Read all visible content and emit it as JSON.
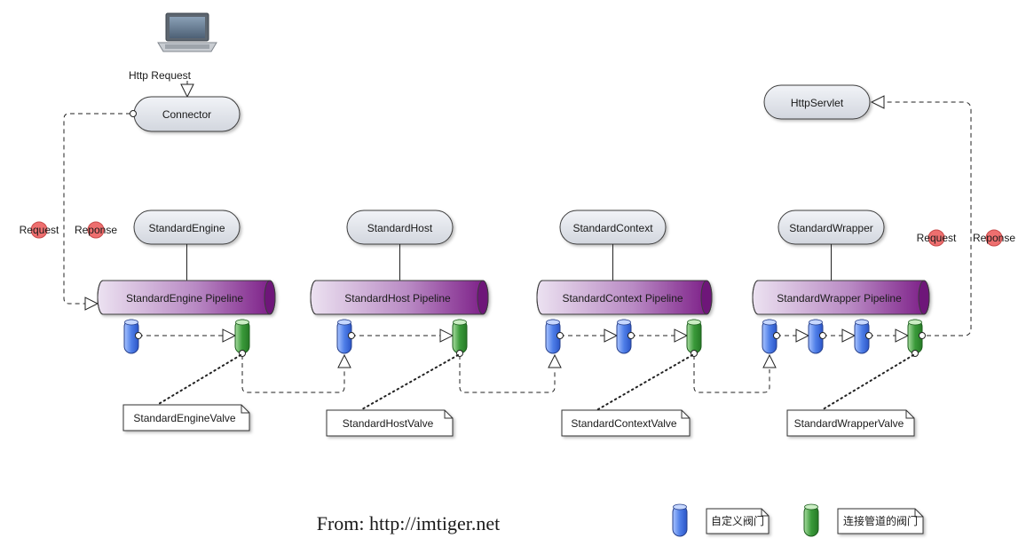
{
  "client": {
    "icon": "laptop-icon",
    "request_label": "Http Request"
  },
  "connector": {
    "label": "Connector"
  },
  "servlet": {
    "label": "HttpServlet"
  },
  "markers": {
    "left_request": "Request",
    "left_response": "Reponse",
    "right_request": "Request",
    "right_response": "Reponse"
  },
  "containers": [
    {
      "name": "StandardEngine",
      "pipeline": "StandardEngine Pipeline",
      "valve": "StandardEngineValve"
    },
    {
      "name": "StandardHost",
      "pipeline": "StandardHost Pipeline",
      "valve": "StandardHostValve"
    },
    {
      "name": "StandardContext",
      "pipeline": "StandardContext Pipeline",
      "valve": "StandardContextValve"
    },
    {
      "name": "StandardWrapper",
      "pipeline": "StandardWrapper Pipeline",
      "valve": "StandardWrapperValve"
    }
  ],
  "footer": {
    "source": "From: http://imtiger.net"
  },
  "legend": {
    "custom_valve": "自定义阀门",
    "basic_valve": "连接管道的阀门"
  },
  "colors": {
    "pill_fill": "#e3e6ec",
    "pipeline_dark": "#7a1a85",
    "pipeline_light": "#e9dcef",
    "custom_valve": "#4f7fe8",
    "basic_valve": "#3a9a3a",
    "marker": "#ee6f6f"
  }
}
